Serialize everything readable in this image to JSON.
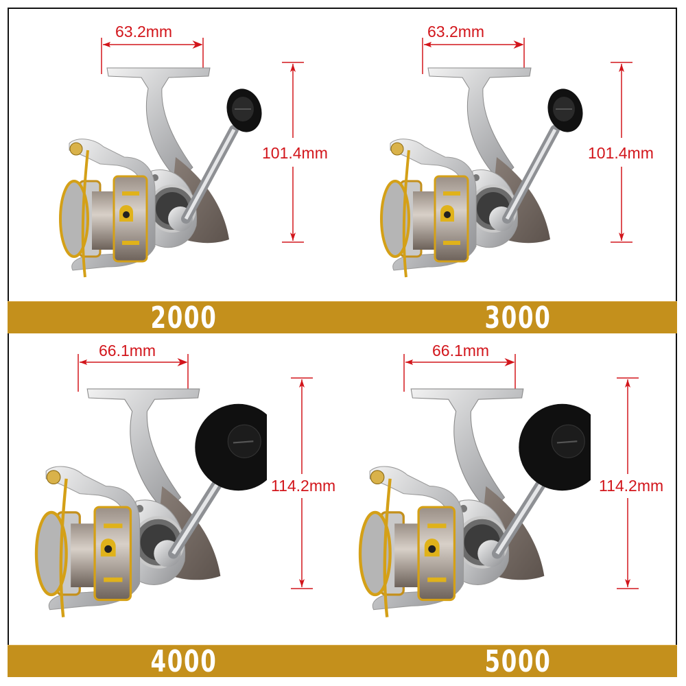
{
  "colors": {
    "band": "#c4901c",
    "band_text": "#ffffff",
    "dimension_red": "#d2151b",
    "border": "#111111",
    "background": "#ffffff"
  },
  "panels": [
    {
      "model": "2000",
      "width_label": "63.2mm",
      "height_label": "101.4mm",
      "knob": "t-knob"
    },
    {
      "model": "3000",
      "width_label": "63.2mm",
      "height_label": "101.4mm",
      "knob": "t-knob"
    },
    {
      "model": "4000",
      "width_label": "66.1mm",
      "height_label": "114.2mm",
      "knob": "round-knob"
    },
    {
      "model": "5000",
      "width_label": "66.1mm",
      "height_label": "114.2mm",
      "knob": "round-knob"
    }
  ]
}
